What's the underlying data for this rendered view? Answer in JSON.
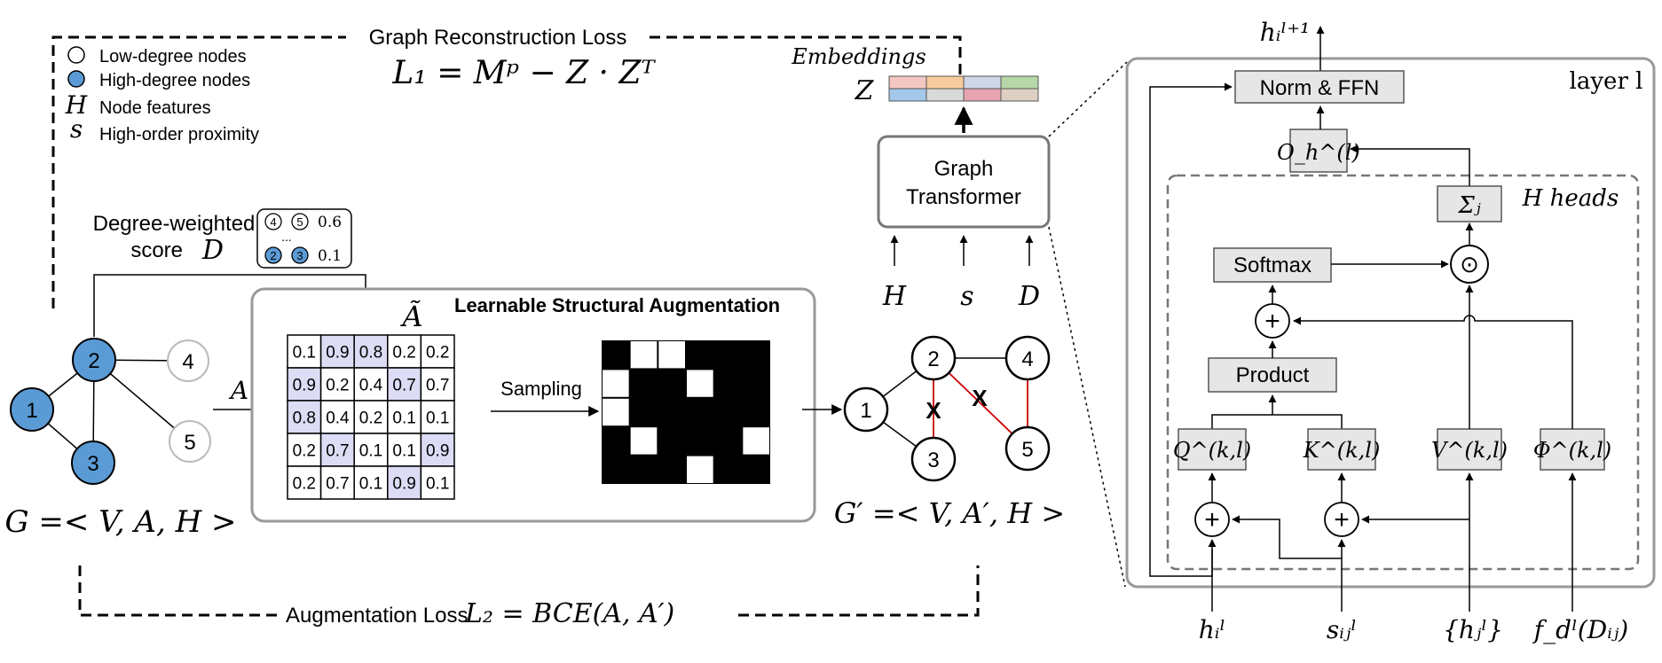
{
  "legend": {
    "low_degree": "Low-degree nodes",
    "high_degree": "High-degree nodes",
    "h_symbol": "H",
    "h_text": "Node features",
    "s_symbol": "s",
    "s_text": "High-order proximity"
  },
  "colors": {
    "high_degree_node": "#5b9bd5",
    "matrix_highlight": "#dcdcf5",
    "removed_edge": "#cc0000",
    "box_fill": "#e6e6e6"
  },
  "graph_recon_loss": {
    "title": "Graph Reconstruction Loss",
    "formula": "L₁ = Mᵖ − Z · Zᵀ"
  },
  "embeddings": {
    "title": "Embeddings",
    "z": "Z"
  },
  "degree_score": {
    "line1": "Degree-weighted",
    "line2": "score",
    "symbol": "D",
    "pair1_a": "4",
    "pair1_b": "5",
    "pair1_val": "0.6",
    "pair2_a": "2",
    "pair2_b": "3",
    "pair2_val": "0.1",
    "dots": "..."
  },
  "graph_g": {
    "nodes": [
      "1",
      "2",
      "3",
      "4",
      "5"
    ],
    "label": "G =< V, A, H >"
  },
  "augmentation": {
    "title": "Learnable Structural Augmentation",
    "a_tilde": "Ã",
    "a_label": "A",
    "sampling": "Sampling",
    "matrix": [
      [
        "0.1",
        "0.9",
        "0.8",
        "0.2",
        "0.2"
      ],
      [
        "0.9",
        "0.2",
        "0.4",
        "0.7",
        "0.7"
      ],
      [
        "0.8",
        "0.4",
        "0.2",
        "0.1",
        "0.1"
      ],
      [
        "0.2",
        "0.7",
        "0.1",
        "0.1",
        "0.9"
      ],
      [
        "0.2",
        "0.7",
        "0.1",
        "0.9",
        "0.1"
      ]
    ]
  },
  "graph_g_prime": {
    "nodes": [
      "1",
      "2",
      "3",
      "4",
      "5"
    ],
    "cross": "X",
    "label": "G′ =< V, A′, H >"
  },
  "graph_transformer": {
    "line1": "Graph",
    "line2": "Transformer",
    "inputs": [
      "H",
      "s",
      "D"
    ]
  },
  "aug_loss": {
    "text": "Augmentation Loss",
    "formula": "L₂ = BCE(A, A′)"
  },
  "layer": {
    "title": "layer l",
    "heads": "H heads",
    "output": "hᵢˡ⁺¹",
    "norm_ffn": "Norm & FFN",
    "o_h": "O_h^(l)",
    "sigma": "Σⱼ",
    "softmax": "Softmax",
    "dot": "⊙",
    "plus": "+",
    "product": "Product",
    "q": "Q^(k,l)",
    "k": "K^(k,l)",
    "v": "V^(k,l)",
    "phi": "Φ^(k,l)",
    "in_h": "hᵢˡ",
    "in_s": "sᵢⱼˡ",
    "in_hj": "{hⱼˡ}",
    "in_f": "f_dˡ(Dᵢⱼ)"
  }
}
